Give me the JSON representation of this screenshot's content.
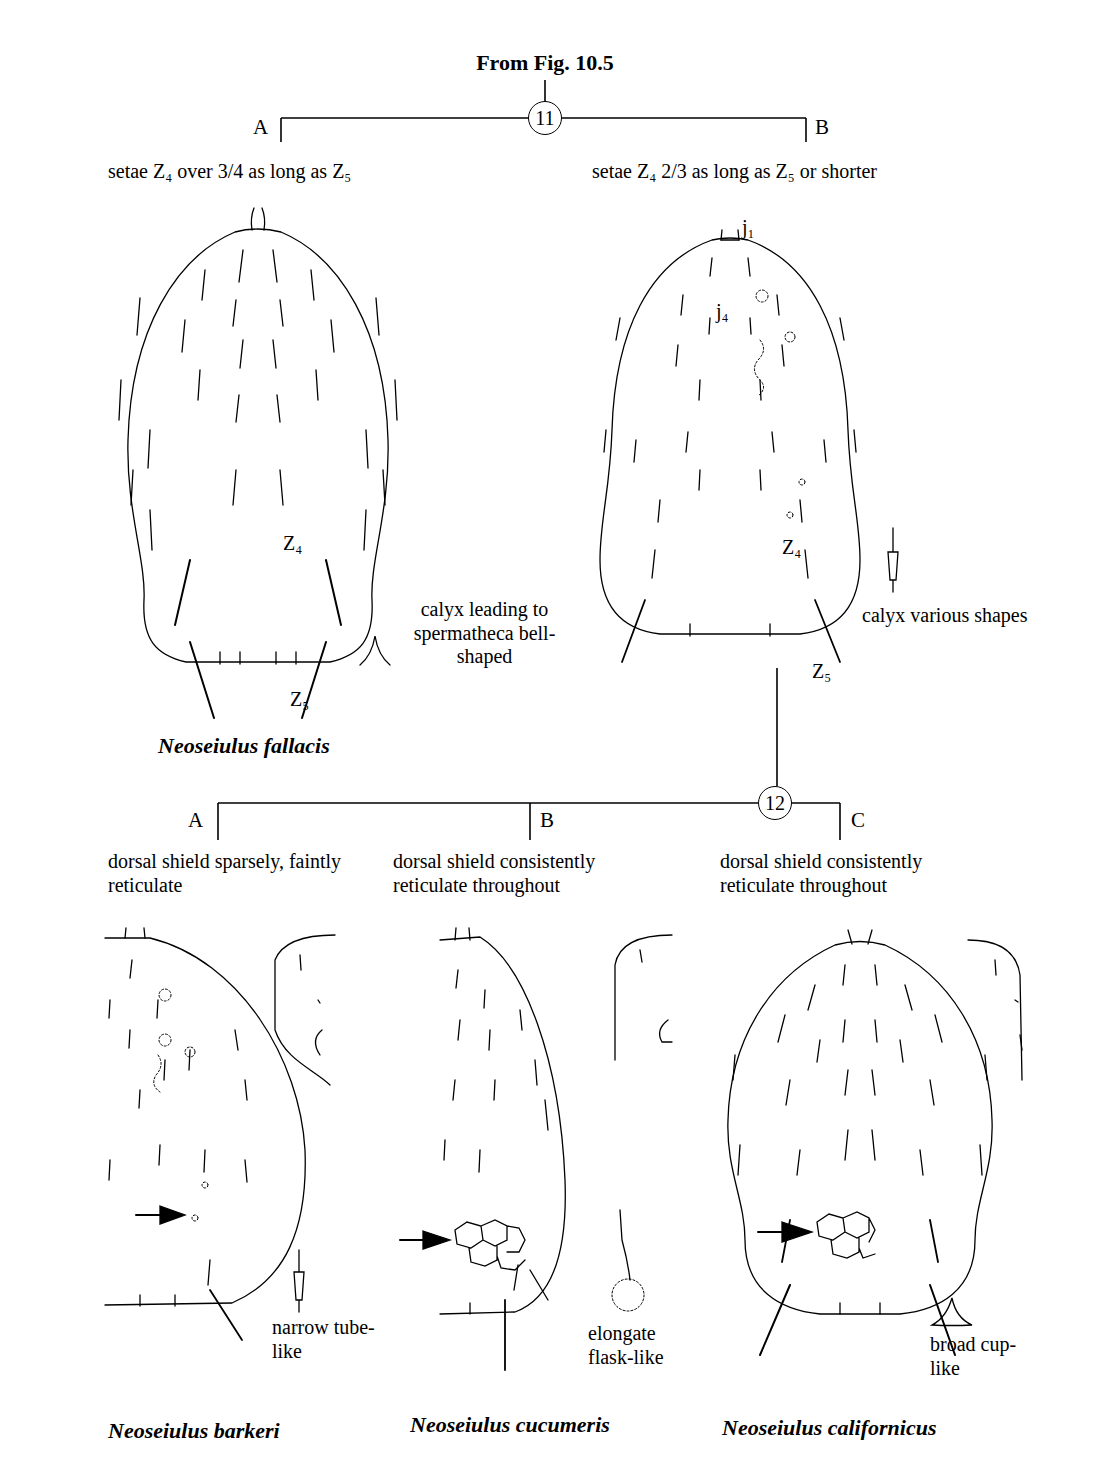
{
  "diagram": {
    "title": "From Fig. 10.5",
    "nodes": [
      {
        "text": [
          "11"
        ]
      },
      {
        "text": [
          "12"
        ]
      }
    ],
    "labels": [
      "A",
      "setae Z₄ over 3/4 as long as Z₅",
      "B",
      "setae Z₄ 2/3 as long as Z₅ or shorter",
      "Z₄",
      "Z₅",
      "calyx leading to spermatheca bell-shaped",
      "Neoseiulus fallacis",
      "j₁",
      "j₄",
      "Z₄",
      "calyx various shapes",
      "Z₅",
      "A",
      "dorsal shield sparsely, faintly reticulate",
      "B",
      "dorsal shield consistently reticulate throughout",
      "C",
      "dorsal shield consistently reticulate throughout",
      "narrow tube-like",
      "Neoseiulus barkeri",
      "elongate flask-like",
      "Neoseiulus cucumeris",
      "broad cup-like",
      "Neoseiulus californicus"
    ]
  }
}
